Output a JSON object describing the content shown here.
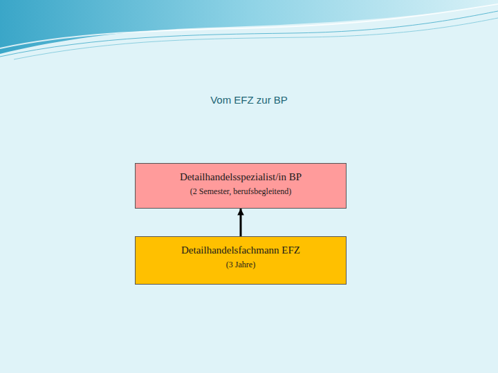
{
  "diagram": {
    "title": "Vom EFZ zur BP",
    "nodes": [
      {
        "text": [
          "Detailhandelsspezialist/in BP",
          "(2 Semester, berufsbegleitend)"
        ]
      },
      {
        "text": [
          "Detailhandelsfachmann EFZ",
          "(3 Jahre)"
        ]
      }
    ],
    "edges": [
      {
        "from": 1,
        "to": 0,
        "arrow": "to"
      }
    ]
  }
}
